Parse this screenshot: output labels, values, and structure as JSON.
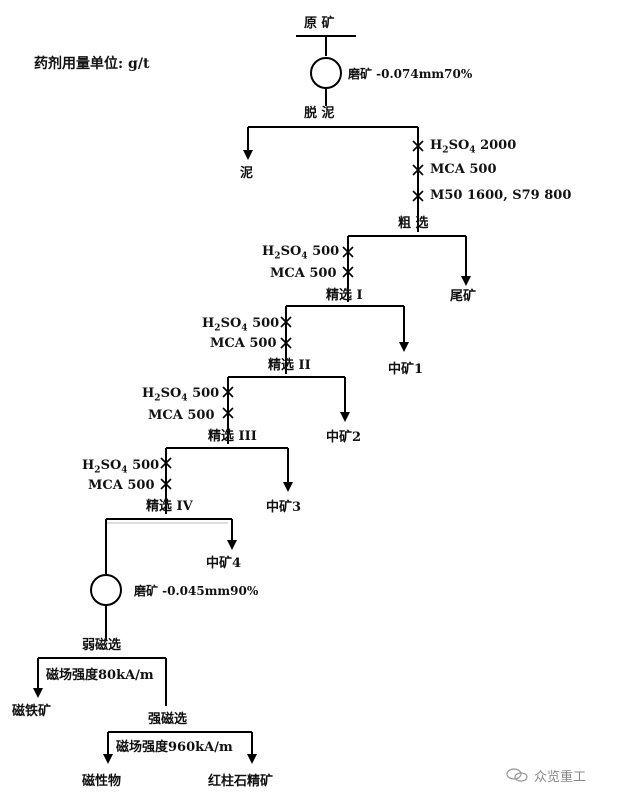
{
  "unit_note": "药剂用量单位: g/t",
  "nodes": {
    "feed": "原 矿",
    "grind1": "磨矿 -0.074mm70%",
    "desliming": "脱 泥",
    "slime": "泥",
    "rougher": "粗 选",
    "tailings": "尾矿",
    "cleaner1": "精选 I",
    "middling1": "中矿1",
    "cleaner2": "精选 II",
    "middling2": "中矿2",
    "cleaner3": "精选 III",
    "middling3": "中矿3",
    "cleaner4": "精选 IV",
    "middling4": "中矿4",
    "grind2": "磨矿 -0.045mm90%",
    "weak_magnetic": "弱磁选",
    "weak_field": "磁场强度80kA/m",
    "magnetite": "磁铁矿",
    "strong_magnetic": "强磁选",
    "strong_field": "磁场强度960kA/m",
    "magnetic_product": "磁性物",
    "andalusite_concentrate": "红柱石精矿"
  },
  "reagents": {
    "rougher": [
      {
        "name_main": "H",
        "name_sub": "2",
        "name_rest": "SO",
        "name_sub2": "4",
        "dose": "2000"
      },
      {
        "name_main": "MCA",
        "dose": "500"
      },
      {
        "name_main": "M50 1600, S79 800"
      }
    ],
    "cleaner1": [
      {
        "name_main": "H",
        "name_sub": "2",
        "name_rest": "SO",
        "name_sub2": "4",
        "dose": "500"
      },
      {
        "name_main": "MCA",
        "dose": "500"
      }
    ],
    "cleaner2": [
      {
        "name_main": "H",
        "name_sub": "2",
        "name_rest": "SO",
        "name_sub2": "4",
        "dose": "500"
      },
      {
        "name_main": "MCA",
        "dose": "500"
      }
    ],
    "cleaner3": [
      {
        "name_main": "H",
        "name_sub": "2",
        "name_rest": "SO",
        "name_sub2": "4",
        "dose": "500"
      },
      {
        "name_main": "MCA",
        "dose": "500"
      }
    ],
    "cleaner4": [
      {
        "name_main": "H",
        "name_sub": "2",
        "name_rest": "SO",
        "name_sub2": "4",
        "dose": "500"
      },
      {
        "name_main": "MCA",
        "dose": "500"
      }
    ]
  },
  "watermark": "众览重工"
}
